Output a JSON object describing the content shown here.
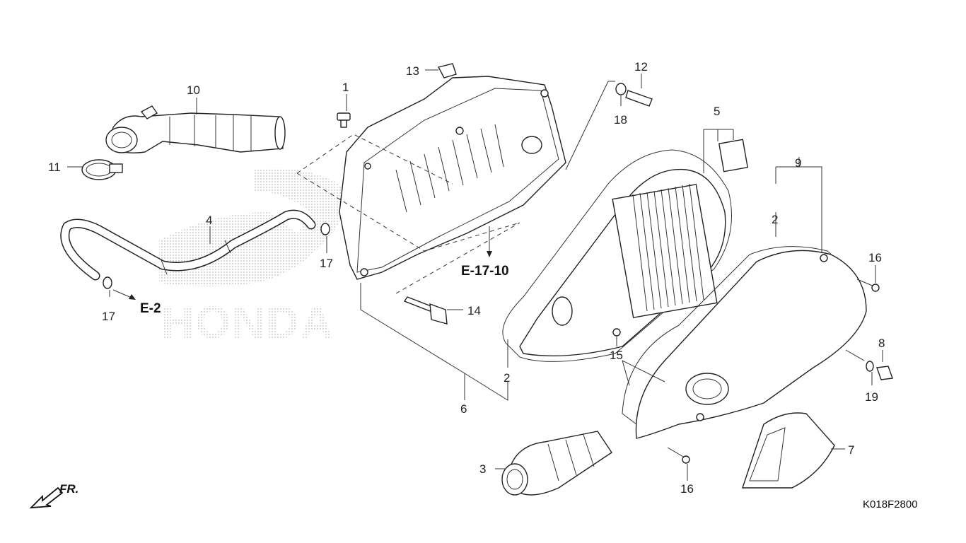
{
  "diagram": {
    "watermark_text": "HONDA",
    "part_code": "K018F2800",
    "direction_label": "FR.",
    "references": {
      "e2": "E-2",
      "e1710": "E-17-10"
    },
    "callouts": {
      "c1": "1",
      "c2a": "2",
      "c2b": "2",
      "c3": "3",
      "c4": "4",
      "c5": "5",
      "c6": "6",
      "c7": "7",
      "c8": "8",
      "c9": "9",
      "c10": "10",
      "c11": "11",
      "c12": "12",
      "c13": "13",
      "c14": "14",
      "c15": "15",
      "c16a": "16",
      "c16b": "16",
      "c17a": "17",
      "c17b": "17",
      "c18": "18",
      "c19": "19"
    },
    "colors": {
      "line": "#222222",
      "watermark_dots": "#c8c8c8",
      "background": "#ffffff"
    }
  }
}
